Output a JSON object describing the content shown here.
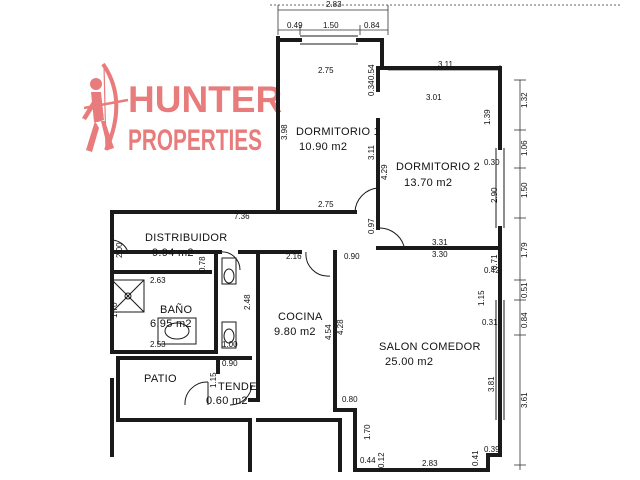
{
  "logo": {
    "line1": "HUNTER",
    "line2": "PROPERTIES",
    "color": "#e87b7b"
  },
  "rooms": {
    "dormitorio1": {
      "name": "DORMITORIO 1",
      "area": "10.90 m2"
    },
    "dormitorio2": {
      "name": "DORMITORIO 2",
      "area": "13.70 m2"
    },
    "distribuidor": {
      "name": "DISTRIBUIDOR",
      "area": "9.94 m2"
    },
    "bano": {
      "name": "BAÑO",
      "area": "6.95 m2"
    },
    "cocina": {
      "name": "COCINA",
      "area": "9.80 m2"
    },
    "salon": {
      "name": "SALON COMEDOR",
      "area": "25.00 m2"
    },
    "patio": {
      "name": "PATIO"
    },
    "tende": {
      "name": "TENDE",
      "area": "0.60 m2"
    }
  },
  "dimensions": {
    "d283top": "2.83",
    "d049": "0.49",
    "d150": "1.50",
    "d084a": "0.84",
    "d275a": "2.75",
    "d054": "0.54",
    "d311a": "3.11",
    "d132": "1.32",
    "d034": "0.34",
    "d301": "3.01",
    "d139": "1.39",
    "d398": "3.98",
    "d311b": "3.11",
    "d030a": "0.30",
    "d106": "1.06",
    "d429": "4.29",
    "d290": "2.90",
    "d150b": "1.50",
    "d736": "7.36",
    "d275b": "2.75",
    "d097": "0.97",
    "d331": "3.31",
    "d330": "3.30",
    "d179": "1.79",
    "d200": "2.00",
    "d078": "0.78",
    "d216": "2.16",
    "d090a": "0.90",
    "d071": "0.71",
    "d042": "0.42",
    "d263": "2.63",
    "d115": "1.15",
    "d051": "0.51",
    "d170a": "1.70",
    "d248": "2.48",
    "d084b": "0.84",
    "d031": "0.31",
    "d454": "4.54",
    "d428": "4.28",
    "d253": "2.53",
    "d100": "1.00",
    "d090b": "0.90",
    "d115b": "1.15",
    "d381": "3.81",
    "d361": "3.61",
    "d080": "0.80",
    "d170b": "1.70",
    "d039": "0.39",
    "d044": "0.44",
    "d012": "0.12",
    "d041": "0.41",
    "d283b": "2.83"
  }
}
